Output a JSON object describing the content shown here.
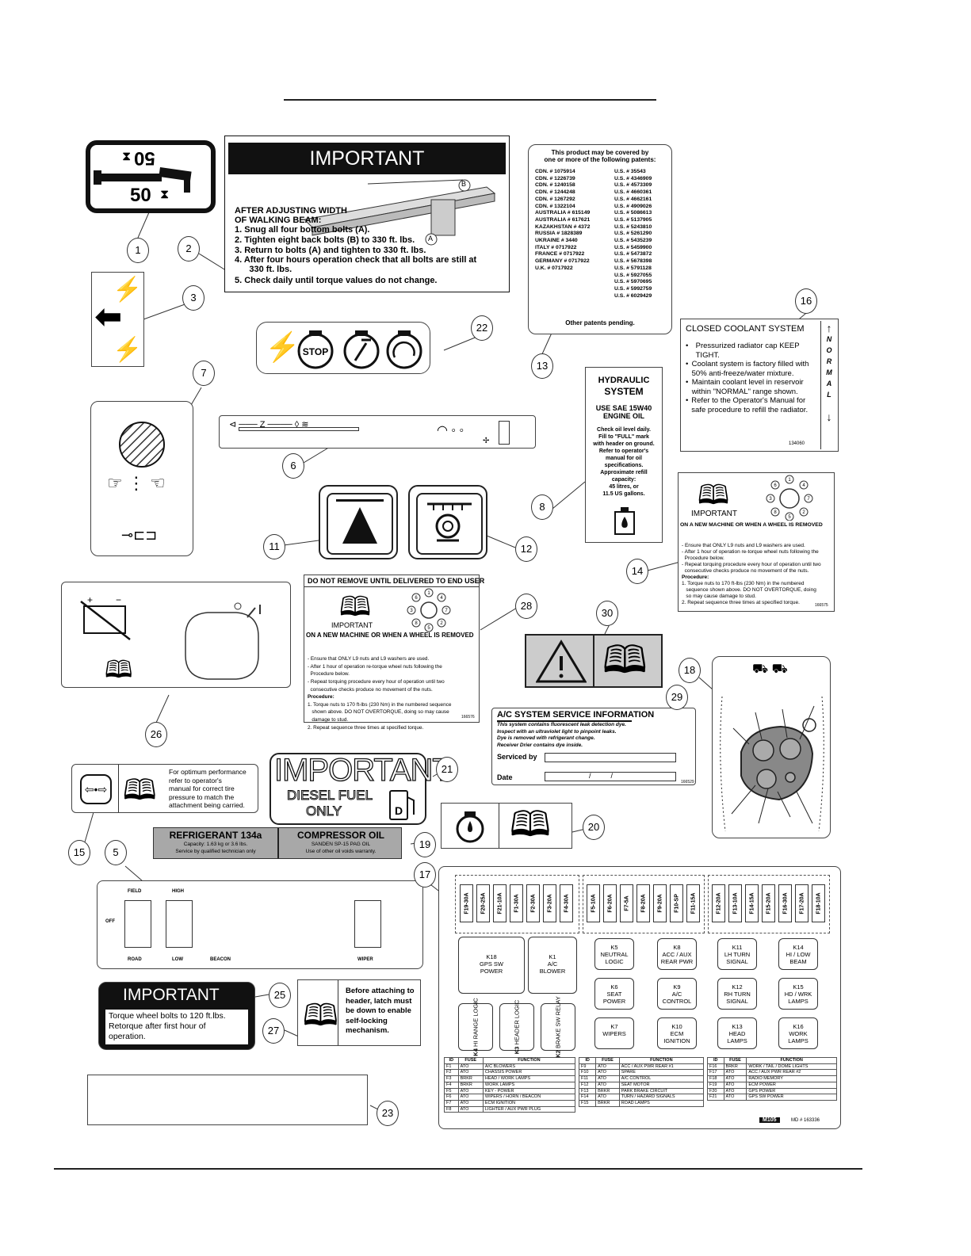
{
  "decals": {
    "d1": {
      "top_text": "50",
      "bottom_text": "50"
    },
    "d2": {
      "header": "IMPORTANT",
      "callout_a": "A",
      "callout_b": "B",
      "intro_1": "AFTER ADJUSTING WIDTH",
      "intro_2": "OF WALKING BEAM:",
      "steps": [
        "1.  Snug all four bottom bolts (A).",
        "2.  Tighten eight back bolts (B) to 330 ft. lbs.",
        "3.  Return to bolts (A) and tighten to 330 ft. lbs.",
        "4.  After four hours operation check that all bolts are still at",
        "      330 ft. lbs.",
        "5.  Check daily until torque values do not change."
      ]
    },
    "d13": {
      "heading_1": "This product may be covered by",
      "heading_2": "one or more of the following patents:",
      "left_col": [
        "CDN. # 1075914",
        "CDN. # 1226739",
        "CDN. # 1240158",
        "CDN. # 1244248",
        "CDN. # 1267292",
        "CDN. # 1322104",
        "AUSTRALIA # 615149",
        "AUSTRALIA # 617621",
        "KAZAKHSTAN # 4372",
        "RUSSIA # 1828389",
        "UKRAINE # 3440",
        "ITALY # 0717922",
        "FRANCE # 0717922",
        "GERMANY # 0717922",
        "U.K. # 0717922"
      ],
      "right_col": [
        "U.S. # 35543",
        "U.S. # 4346909",
        "U.S. # 4573309",
        "U.S. # 4660361",
        "U.S. # 4662161",
        "U.S. # 4909026",
        "U.S. # 5086613",
        "U.S. # 5137905",
        "U.S. # 5243810",
        "U.S. # 5261290",
        "U.S. # 5435239",
        "U.S. # 5459900",
        "U.S. # 5473872",
        "U.S. # 5678398",
        "U.S. # 5791128",
        "U.S. # 5927055",
        "U.S. # 5970695",
        "U.S. # 5992759",
        "U.S. # 6029429"
      ],
      "footer": "Other patents pending."
    },
    "d16": {
      "title": "CLOSED COOLANT SYSTEM",
      "bullets": [
        "Pressurized radiator cap KEEP TIGHT.",
        "Coolant system is factory filled with 50% anti-freeze/water mixture.",
        "Maintain coolant level in reservoir within \"NORMAL\" range shown.",
        "Refer to the Operator's Manual for safe procedure to refill the radiator."
      ],
      "side_label": [
        "N",
        "O",
        "R",
        "M",
        "A",
        "L"
      ],
      "part_no": "134060"
    },
    "d22": {
      "stop_label": "STOP"
    },
    "d8": {
      "title_1": "HYDRAULIC",
      "title_2": "SYSTEM",
      "oil_1": "USE SAE 15W40",
      "oil_2": "ENGINE OIL",
      "body": [
        "Check oil level daily.",
        "Fill to \"FULL\" mark",
        "with header on ground.",
        "Refer to operator's",
        "manual for oil",
        "specifications.",
        "Approximate refill",
        "capacity:",
        "45 litres, or",
        "11.5 US gallons."
      ]
    },
    "d14": {
      "important": "IMPORTANT",
      "headline": "ON A NEW MACHINE OR WHEN A WHEEL IS REMOVED",
      "lines": [
        "- Ensure that ONLY L9 nuts and L9 washers are used.",
        "- After 1 hour of operation re-torque wheel nuts following the",
        "  Procedure below.",
        "- Repeat torquing procedure every hour of operation until two",
        "  consecutive checks produce no movement of the nuts.",
        "Procedure:",
        "1. Torque nuts to 170 ft-lbs (230 Nm) in the numbered",
        "   sequence shown above. DO NOT OVERTORQUE, doing",
        "   so may cause damage to stud.",
        "2. Repeat sequence three times at specified torque."
      ],
      "part_no": "166575",
      "nut_numbers": [
        "1",
        "2",
        "3",
        "4",
        "5",
        "6",
        "7",
        "8"
      ]
    },
    "d28": {
      "banner": "DO NOT REMOVE UNTIL DELIVERED TO END USER",
      "important": "IMPORTANT",
      "headline": "ON A NEW MACHINE OR WHEN A WHEEL IS REMOVED",
      "lines": [
        "- Ensure that ONLY L9 nuts and L9 washers are used.",
        "- After 1 hour of operation re-torque wheel nuts following the",
        "  Procedure below.",
        "- Repeat torquing procedure every hour of operation until two",
        "  consecutive checks produce no movement of the nuts.",
        "Procedure:",
        "1. Torque nuts to 170 ft-lbs (230 Nm) in the numbered sequence",
        "   shown above. DO NOT OVERTORQUE, doing so may cause",
        "   damage to stud.",
        "2. Repeat sequence three times at specified torque."
      ],
      "part_no": "166576",
      "nut_numbers": [
        "1",
        "2",
        "3",
        "4",
        "5",
        "6",
        "7",
        "8"
      ]
    },
    "d29": {
      "title": "A/C SYSTEM SERVICE INFORMATION",
      "lines": [
        "This system contains fluorescent leak detection dye.",
        "Inspect with an ultraviolet light to pinpoint leaks.",
        "Dye is removed with refrigerant change.",
        "Receiver Drier contains  dye inside."
      ],
      "serviced_by": "Serviced by",
      "date": "Date",
      "date_slashes": "/          /",
      "part_no": "166529"
    },
    "d15": {
      "lines": [
        "For optimum performance",
        "refer to operator's",
        "manual for correct tire",
        "pressure to match the",
        "attachment being carried."
      ]
    },
    "d21": {
      "important": "IMPORTANT",
      "line_1": "DIESEL FUEL",
      "line_2": "ONLY"
    },
    "d19": {
      "left_title": "REFRIGERANT 134a",
      "left_1": "Capacity: 1.63 kg or 3.6 lbs.",
      "left_2": "Service by qualified technician only",
      "right_title": "COMPRESSOR OIL",
      "right_1": "SANDEN SP-15 PAG OIL",
      "right_2": "Use of other oil voids warranty."
    },
    "d5": {
      "field": "FIELD",
      "high": "HIGH",
      "off": "OFF",
      "road": "ROAD",
      "low": "LOW",
      "beacon": "BEACON",
      "wiper": "WIPER"
    },
    "d25": {
      "header": "IMPORTANT",
      "lines": [
        "Torque wheel bolts to 120 ft.lbs.",
        "Retorque after first hour of",
        "operation."
      ]
    },
    "d27": {
      "lines": [
        "Before attaching to",
        "header, latch must",
        "be down to enable",
        "self-locking",
        "mechanism."
      ]
    },
    "d17": {
      "fuses_a": [
        "F19-30A",
        "F20-25A",
        "F21-10A",
        "F1-30A",
        "F2-30A",
        "F3-20A",
        "F4-30A"
      ],
      "fuses_b": [
        "F5-10A",
        "F6-20A",
        "F7-5A",
        "F8-20A",
        "F9-20A",
        "F10-SP",
        "F11-15A"
      ],
      "fuses_c": [
        "F12-20A",
        "F13-10A",
        "F14-15A",
        "F15-20A",
        "F16-30A",
        "F17-20A",
        "F18-10A"
      ],
      "relays_big": [
        {
          "id": "K18",
          "l1": "GPS SW",
          "l2": "POWER"
        },
        {
          "id": "K1",
          "l1": "A/C",
          "l2": "BLOWER"
        }
      ],
      "relays_side": [
        {
          "id": "K4",
          "l1": "HI RANGE",
          "l2": "LOGIC"
        },
        {
          "id": "K3",
          "l1": "HEADER",
          "l2": "LOGIC"
        },
        {
          "id": "K2",
          "l1": "BRAKE SW",
          "l2": "RELAY"
        }
      ],
      "relays_grid": [
        {
          "id": "K5",
          "l1": "NEUTRAL",
          "l2": "LOGIC"
        },
        {
          "id": "K8",
          "l1": "ACC / AUX",
          "l2": "REAR PWR"
        },
        {
          "id": "K11",
          "l1": "LH TURN",
          "l2": "SIGNAL"
        },
        {
          "id": "K14",
          "l1": "HI / LOW",
          "l2": "BEAM"
        },
        {
          "id": "K6",
          "l1": "SEAT",
          "l2": "POWER"
        },
        {
          "id": "K9",
          "l1": "A/C",
          "l2": "CONTROL"
        },
        {
          "id": "K12",
          "l1": "RH TURN",
          "l2": "SIGNAL"
        },
        {
          "id": "K15",
          "l1": "HD / WRK",
          "l2": "LAMPS"
        },
        {
          "id": "K7",
          "l1": "WIPERS",
          "l2": ""
        },
        {
          "id": "K10",
          "l1": "ECM",
          "l2": "IGNITION"
        },
        {
          "id": "K13",
          "l1": "HEAD",
          "l2": "LAMPS"
        },
        {
          "id": "K16",
          "l1": "WORK",
          "l2": "LAMPS"
        }
      ],
      "table_headers": [
        "ID",
        "FUSE",
        "FUNCTION"
      ],
      "table_1": [
        [
          "F1",
          "ATO",
          "A/C BLOWERS"
        ],
        [
          "F2",
          "ATO",
          "CHASSIS POWER"
        ],
        [
          "F3",
          "BRKR",
          "HEAD / WORK LAMPS"
        ],
        [
          "F4",
          "BRKR",
          "WORK LAMPS"
        ],
        [
          "F5",
          "ATO",
          "KEY - POWER"
        ],
        [
          "F6",
          "ATO",
          "WIPERS / HORN / BEACON"
        ],
        [
          "F7",
          "ATO",
          "ECM IGNITION"
        ],
        [
          "F8",
          "ATO",
          "LIGHTER / AUX PWR PLUG"
        ]
      ],
      "table_2": [
        [
          "F9",
          "ATO",
          "ACC / AUX PWR REAR #1"
        ],
        [
          "F10",
          "ATO",
          "SPARE"
        ],
        [
          "F11",
          "ATO",
          "A/C CONTROL"
        ],
        [
          "F12",
          "ATO",
          "SEAT MOTOR"
        ],
        [
          "F13",
          "BRKR",
          "PARK BRAKE CIRCUIT"
        ],
        [
          "F14",
          "ATO",
          "TURN / HAZARD SIGNALS"
        ],
        [
          "F15",
          "BRKR",
          "ROAD LAMPS"
        ]
      ],
      "table_3": [
        [
          "F16",
          "BRKR",
          "WORK / TAIL / DOME LIGHTS"
        ],
        [
          "F17",
          "ATO",
          "ACC / AUX PWR REAR #2"
        ],
        [
          "F18",
          "ATO",
          "RADIO MEMORY"
        ],
        [
          "F19",
          "ATO",
          "ECM POWER"
        ],
        [
          "F20",
          "ATO",
          "GPS POWER"
        ],
        [
          "F21",
          "ATO",
          "GPS SW POWER"
        ]
      ],
      "model": "M105",
      "part_no": "MD # 163336"
    }
  },
  "callouts": [
    "1",
    "2",
    "3",
    "5",
    "6",
    "7",
    "8",
    "11",
    "12",
    "13",
    "14",
    "15",
    "16",
    "17",
    "18",
    "19",
    "20",
    "21",
    "22",
    "23",
    "25",
    "26",
    "27",
    "28",
    "29",
    "30"
  ]
}
